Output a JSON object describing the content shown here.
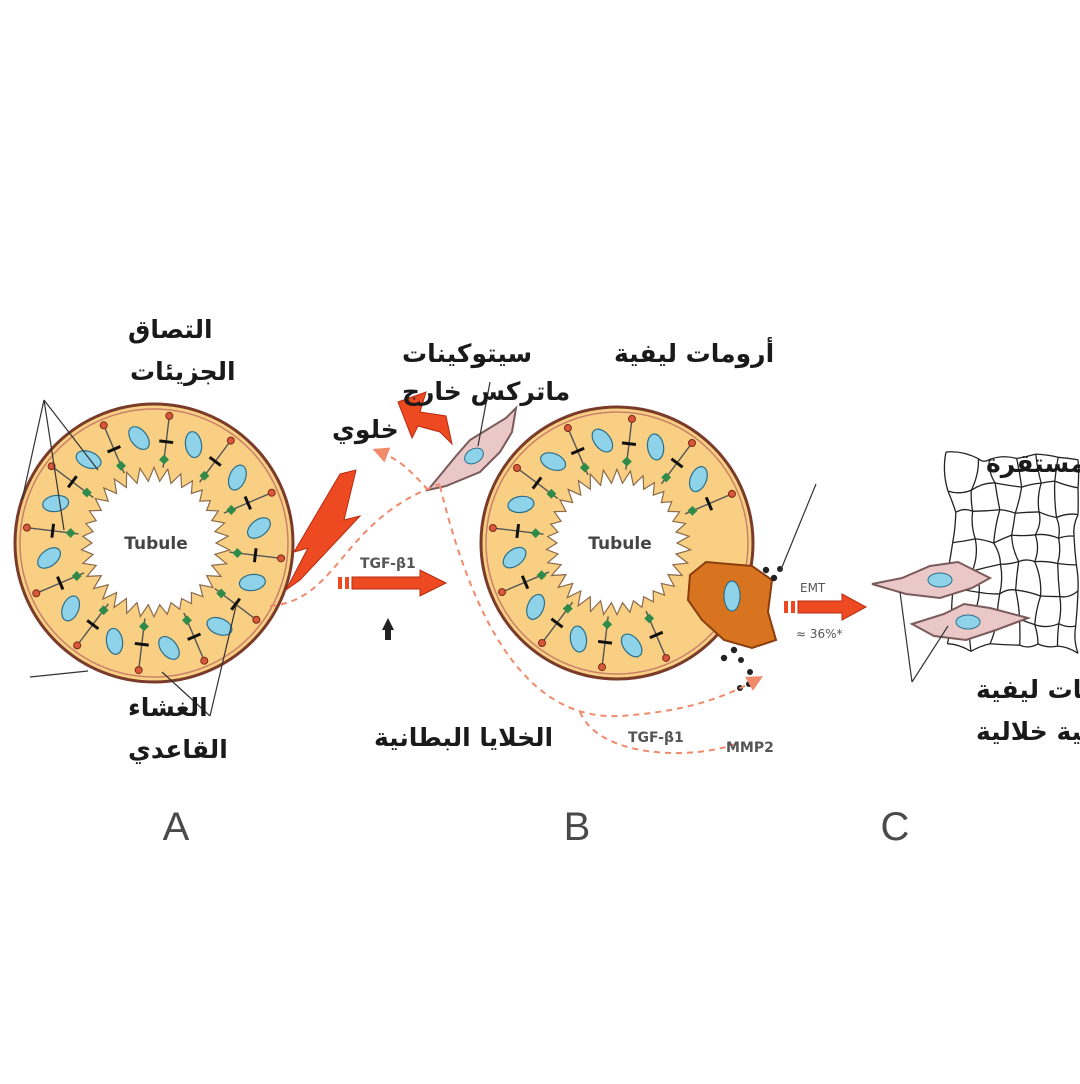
{
  "labels": {
    "adhesion_molecules_line1": "التصاق",
    "adhesion_molecules_line2": "الجزيئات",
    "basement_membrane_line1": "الغشاء",
    "basement_membrane_line2": "القاعدي",
    "epithelial_cells": "الخلايا البطانية",
    "cytokines_line1": "سيتوكينات",
    "cytokines_line2": "ماتركس خارج",
    "cytokines_line3": "خلوي",
    "fibroblasts": "أرومات ليفية",
    "unstable_cells": "خلايا غير مستقرة",
    "myofibroblasts_line1": "أرومات ليفية",
    "myofibroblasts_line2": "عضلية خلالية",
    "tubule_a": "Tubule",
    "tubule_b": "Tubule",
    "tgf_top": "TGF-β1",
    "tgf_bottom": "TGF-β1",
    "mmp2": "MMP2",
    "emt": "EMT",
    "emt_percent": "≈ 36%*",
    "panel_a": "A",
    "panel_b": "B",
    "panel_c": "C"
  },
  "colors": {
    "cell_ring": "#f8cf83",
    "ring_outline": "#7a3b2a",
    "nucleus": "#8fd3ea",
    "arrow": "#ee4a22",
    "unstable_cell": "#d8741f",
    "fibroblast": "#e9c8c7",
    "dashed_path": "#f08a6a"
  }
}
